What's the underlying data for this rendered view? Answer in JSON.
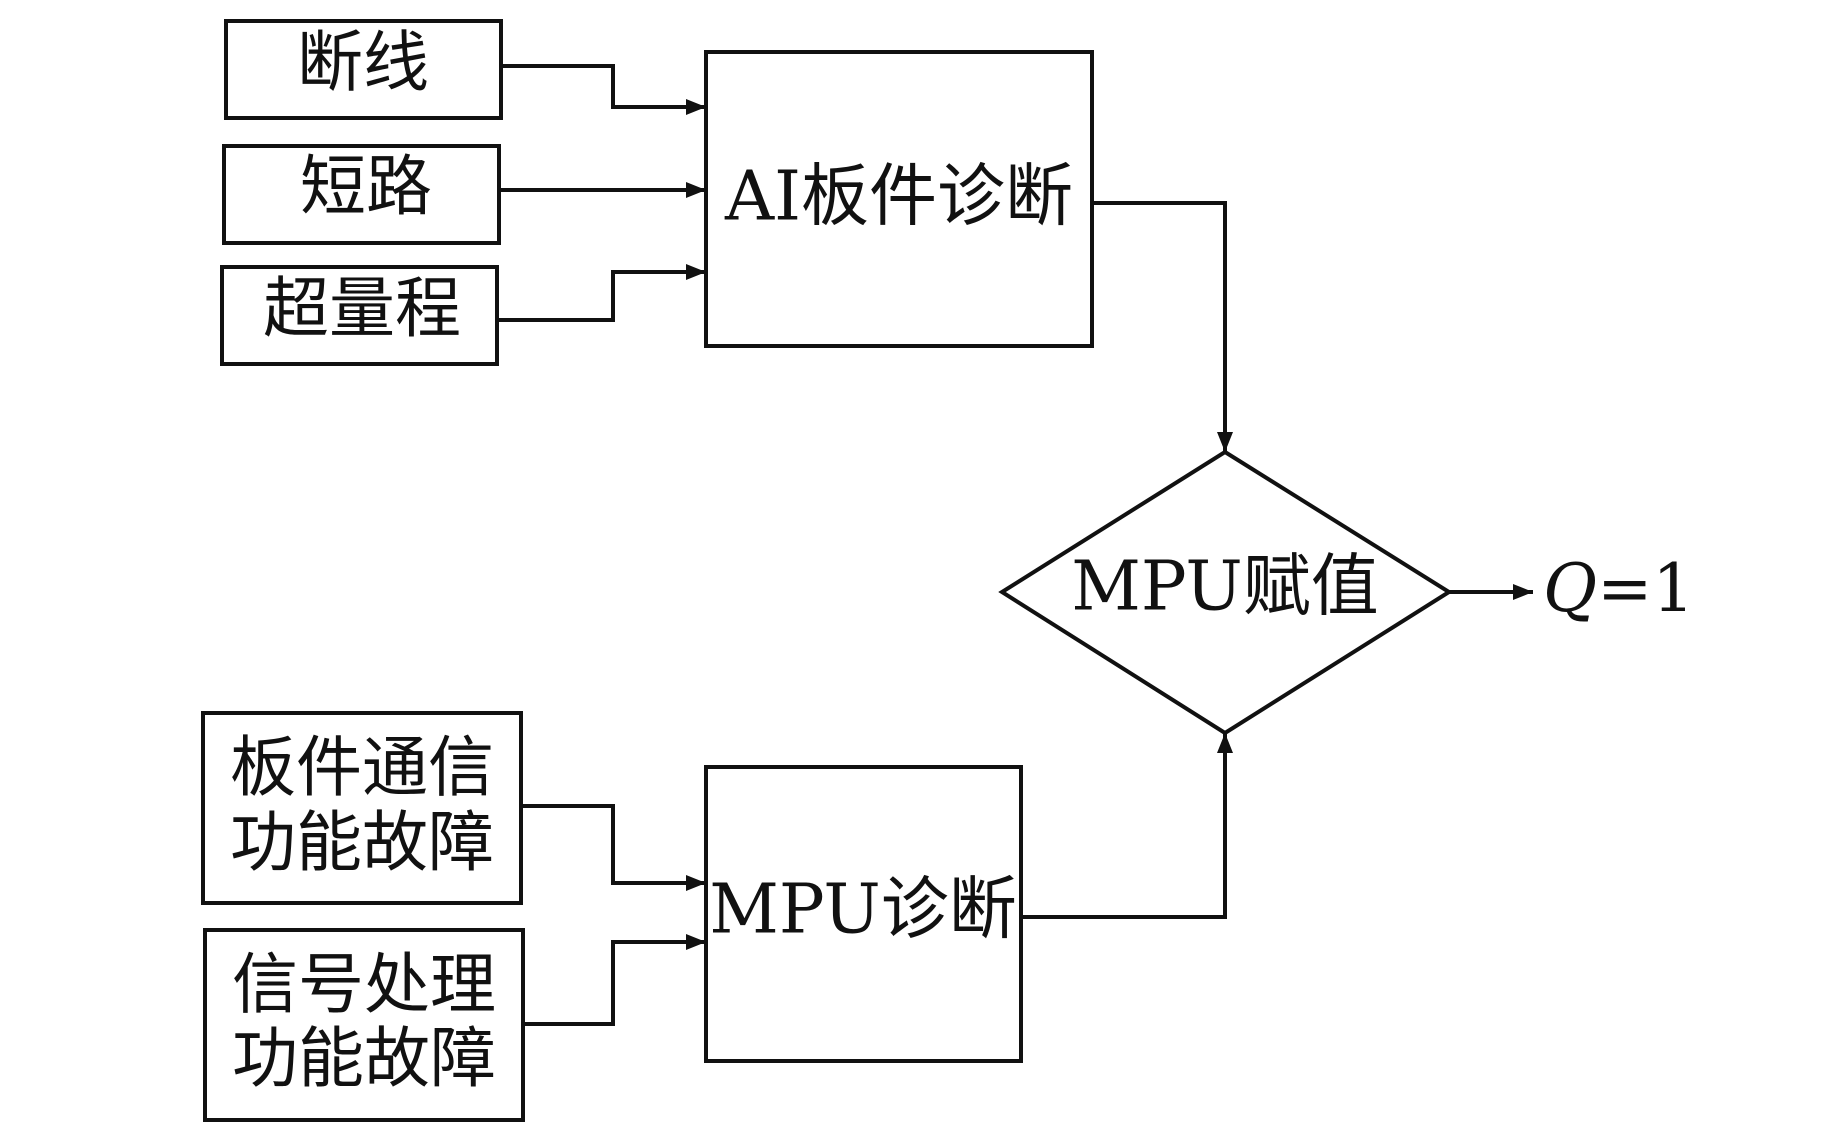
{
  "diagram": {
    "inputs_ai": [
      {
        "label": "断线"
      },
      {
        "label": "短路"
      },
      {
        "label": "超量程"
      }
    ],
    "ai_block": {
      "label": "AI板件诊断"
    },
    "inputs_mpu": [
      {
        "line1": "板件通信",
        "line2": "功能故障"
      },
      {
        "line1": "信号处理",
        "line2": "功能故障"
      }
    ],
    "mpu_block": {
      "label": "MPU诊断"
    },
    "decision": {
      "label": "MPU赋值"
    },
    "output": {
      "variable": "Q",
      "equals": "=1"
    }
  }
}
